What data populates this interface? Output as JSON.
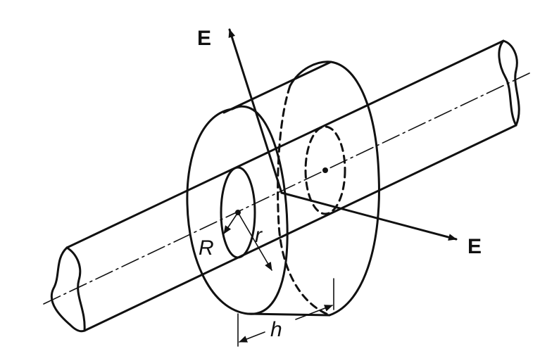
{
  "labels": {
    "field_top": "E",
    "field_right": "E",
    "wire_radius": "R",
    "surface_radius": "r",
    "length": "h"
  },
  "colors": {
    "ink": "#111111",
    "paper": "#ffffff"
  }
}
